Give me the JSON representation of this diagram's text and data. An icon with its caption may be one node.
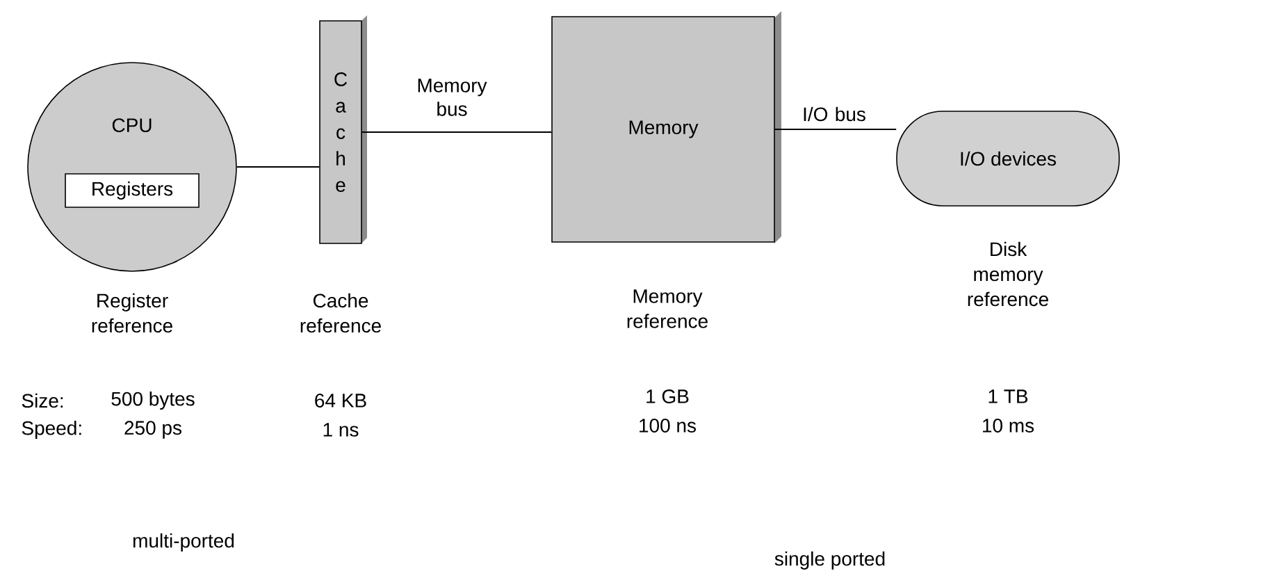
{
  "diagram": {
    "nodes": [
      {
        "text": [
          "CPU"
        ],
        "beside": [
          "Register reference"
        ]
      },
      {
        "text": [
          "Registers"
        ],
        "in": 0
      },
      {
        "text": [
          "C a c h e"
        ],
        "beside": [
          "Cache reference"
        ]
      },
      {
        "text": [
          "Memory"
        ],
        "beside": [
          "Memory reference"
        ]
      },
      {
        "text": [
          "I/O devices"
        ],
        "beside": [
          "Disk memory reference"
        ]
      }
    ],
    "edges": [
      {
        "from": 0,
        "to": 2,
        "arrow": "none"
      },
      {
        "from": 2,
        "to": 3,
        "arrow": "none",
        "label": "Memory bus"
      },
      {
        "from": 3,
        "to": 4,
        "arrow": "none",
        "label": "I/O bus"
      }
    ],
    "labels": [
      "Size:",
      "500 bytes",
      "64 KB",
      "1 GB",
      "1 TB",
      "Speed:",
      "250 ps",
      "1 ns",
      "100 ns",
      "10 ms",
      "multi-ported",
      "single ported"
    ]
  }
}
